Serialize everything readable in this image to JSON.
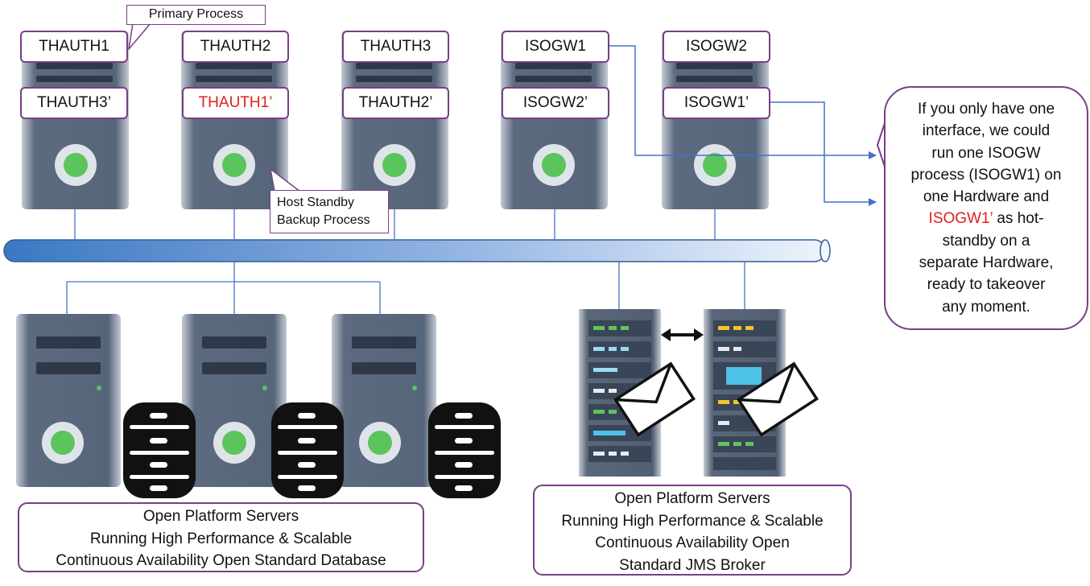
{
  "process_labels": {
    "thauth1": "THAUTH1",
    "thauth2": "THAUTH2",
    "thauth3": "THAUTH3",
    "isogw1": "ISOGW1",
    "isogw2": "ISOGW2",
    "thauth3_standby": "THAUTH3’",
    "thauth1_standby": "THAUTH1’",
    "thauth2_standby": "THAUTH2’",
    "isogw2_standby": "ISOGW2’",
    "isogw1_standby": "ISOGW1’"
  },
  "callouts": {
    "primary": "Primary Process",
    "standby_line1": "Host Standby",
    "standby_line2": "Backup Process"
  },
  "note": {
    "line1": "If you only have one",
    "line2": "interface, we could",
    "line3": "run one ISOGW",
    "line4": "process (ISOGW1) on",
    "line5": "one Hardware and",
    "line6_red": "ISOGW1’",
    "line6_rest": " as hot-",
    "line7": "standby on a",
    "line8": "separate Hardware,",
    "line9": "ready to takeover",
    "line10": "any moment."
  },
  "database_caption": {
    "line1": "Open Platform Servers",
    "line2": "Running High Performance & Scalable",
    "line3": "Continuous Availability Open Standard Database"
  },
  "jms_caption": {
    "line1": "Open Platform Servers",
    "line2": "Running High Performance & Scalable",
    "line3": "Continuous Availability Open",
    "line4": "Standard JMS Broker"
  },
  "colors": {
    "label_border": "#7a3e86",
    "highlight_text": "#e0201c",
    "connector_line": "#4472c4",
    "server_body": "#56657a",
    "power_led": "#5cc45c"
  }
}
